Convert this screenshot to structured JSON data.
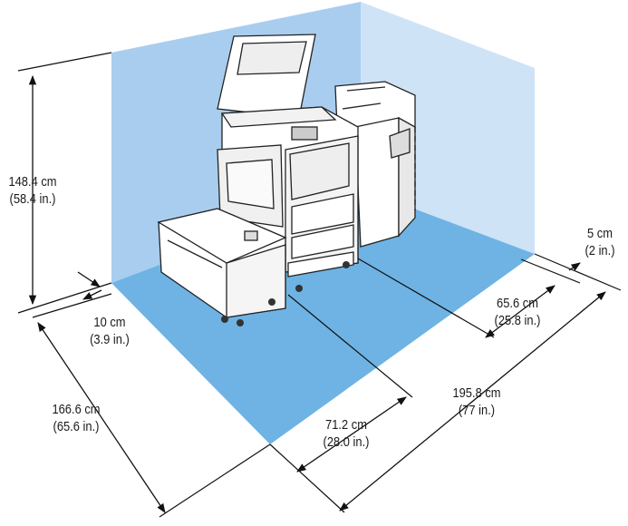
{
  "diagram": {
    "dimensions": {
      "height": {
        "metric": "148.4 cm",
        "imperial": "(58.4 in.)"
      },
      "rear_clearance": {
        "metric": "10 cm",
        "imperial": "(3.9 in.)"
      },
      "depth_total": {
        "metric": "166.6 cm",
        "imperial": "(65.6 in.)"
      },
      "front_clearance": {
        "metric": "71.2 cm",
        "imperial": "(28.0 in.)"
      },
      "width_total": {
        "metric": "195.8 cm",
        "imperial": "(77 in.)"
      },
      "right_clearance": {
        "metric": "65.6 cm",
        "imperial": "(25.8 in.)"
      },
      "side_gap": {
        "metric": "5 cm",
        "imperial": "(2 in.)"
      }
    },
    "colors": {
      "floor": "#6eb3e4",
      "back_wall": "#a9cdee",
      "right_wall": "#cfe3f6",
      "machine_body": "#ffffff",
      "machine_outline": "#222222",
      "dimension_line": "#111111"
    }
  }
}
